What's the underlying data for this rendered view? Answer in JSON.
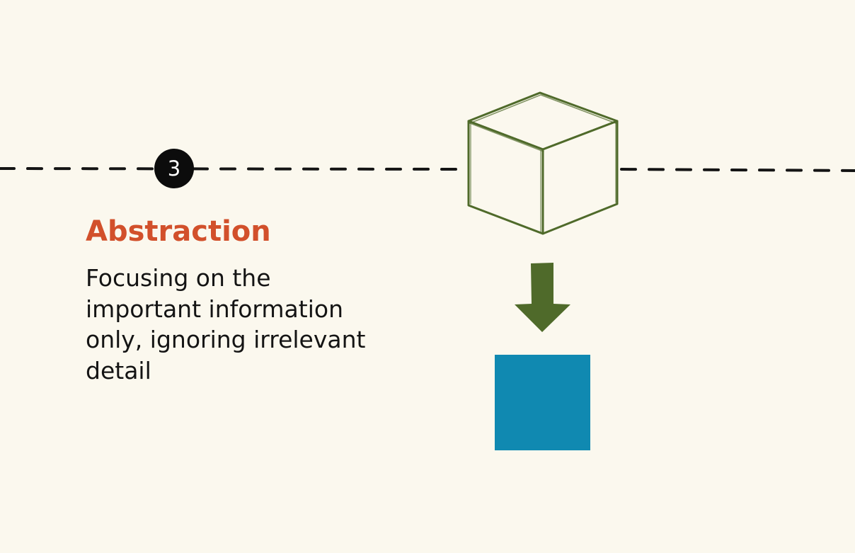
{
  "step": {
    "number": "3"
  },
  "concept": {
    "title": "Abstraction",
    "description": "Focusing on the important information only, ignoring irrelevant detail"
  },
  "colors": {
    "background": "#fbf8ee",
    "title": "#d2502b",
    "cube_outline": "#4f6a2a",
    "arrow": "#4f6a2a",
    "square": "#1089b1",
    "timeline": "#141414",
    "badge": "#0c0c0c"
  },
  "icons": {
    "cube": "cube-icon",
    "arrow": "arrow-down-icon",
    "square": "square-icon"
  }
}
